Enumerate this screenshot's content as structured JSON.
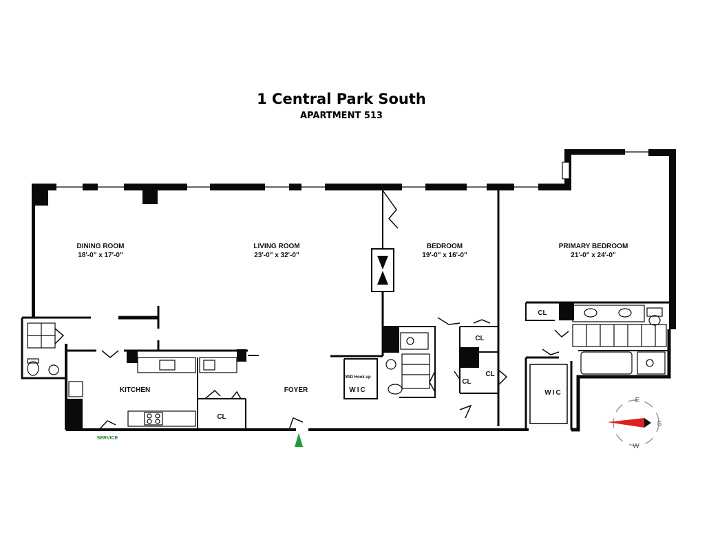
{
  "header": {
    "title": "1 Central Park South",
    "subtitle": "APARTMENT 513"
  },
  "rooms": {
    "dining": {
      "name": "DINING ROOM",
      "dims": "18'-0\" x 17'-0\""
    },
    "living": {
      "name": "LIVING ROOM",
      "dims": "23'-0\" x 32'-0\""
    },
    "bedroom": {
      "name": "BEDROOM",
      "dims": "19'-0\" x 16'-0\""
    },
    "primary": {
      "name": "PRIMARY BEDROOM",
      "dims": "21'-0\" x 24'-0\""
    },
    "kitchen": {
      "name": "KITCHEN"
    },
    "foyer": {
      "name": "FOYER"
    }
  },
  "closets": {
    "cl": "CL",
    "wic": "WIC",
    "wd": "W/D Hook up"
  },
  "service": "SERVICE",
  "compass": {
    "n": "E",
    "s": "W",
    "e": "S"
  },
  "colors": {
    "wall": "#0a0a0a",
    "service": "#2e7d32",
    "entry_arrow": "#1b9e3a",
    "compass_needle": "#e02020"
  }
}
